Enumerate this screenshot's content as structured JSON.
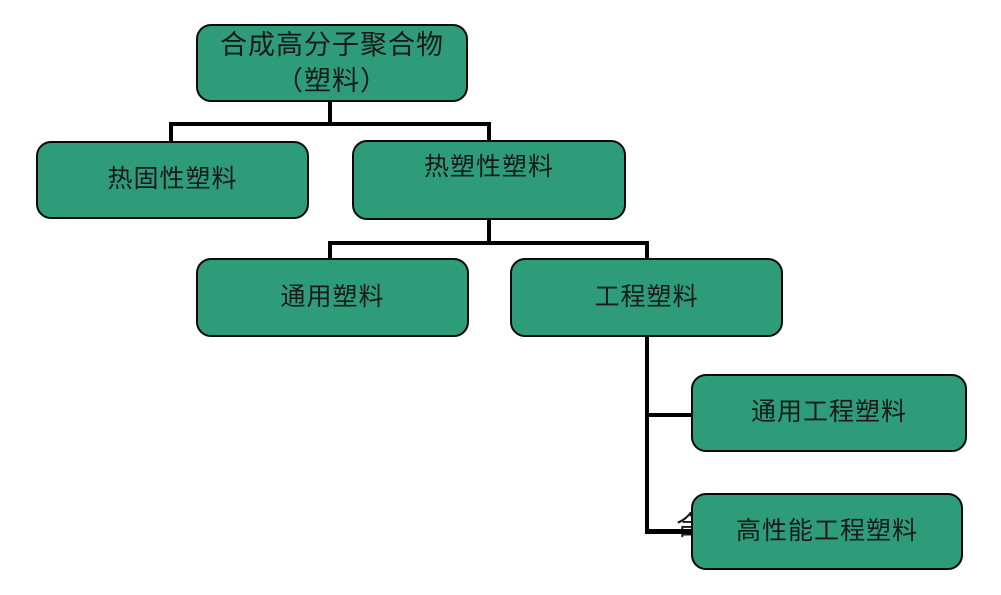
{
  "background": "#ffffff",
  "colors": {
    "node_fill": "#2f9c79",
    "node_border": "#0a0a0a",
    "connector": "#000000",
    "text": "#1a1a1a"
  },
  "nodes": {
    "root": {
      "label": "合成高分子聚合物\n（塑料）"
    },
    "thermosetting": {
      "label": "热固性塑料"
    },
    "thermoplastic": {
      "label": "热塑性塑料"
    },
    "general_plastic": {
      "label": "通用塑料"
    },
    "engineering_plastic": {
      "label": "工程塑料"
    },
    "general_engineering_plastic": {
      "label": "通用工程塑料"
    },
    "high_performance_engineering_plastic": {
      "label": "高性能工程塑料"
    }
  },
  "occluded_fragments": {
    "left": "合",
    "right": "）"
  },
  "edges": [
    {
      "from": "root",
      "to": "thermosetting"
    },
    {
      "from": "root",
      "to": "thermoplastic"
    },
    {
      "from": "thermoplastic",
      "to": "general_plastic"
    },
    {
      "from": "thermoplastic",
      "to": "engineering_plastic"
    },
    {
      "from": "engineering_plastic",
      "to": "general_engineering_plastic"
    },
    {
      "from": "engineering_plastic",
      "to": "high_performance_engineering_plastic"
    }
  ]
}
